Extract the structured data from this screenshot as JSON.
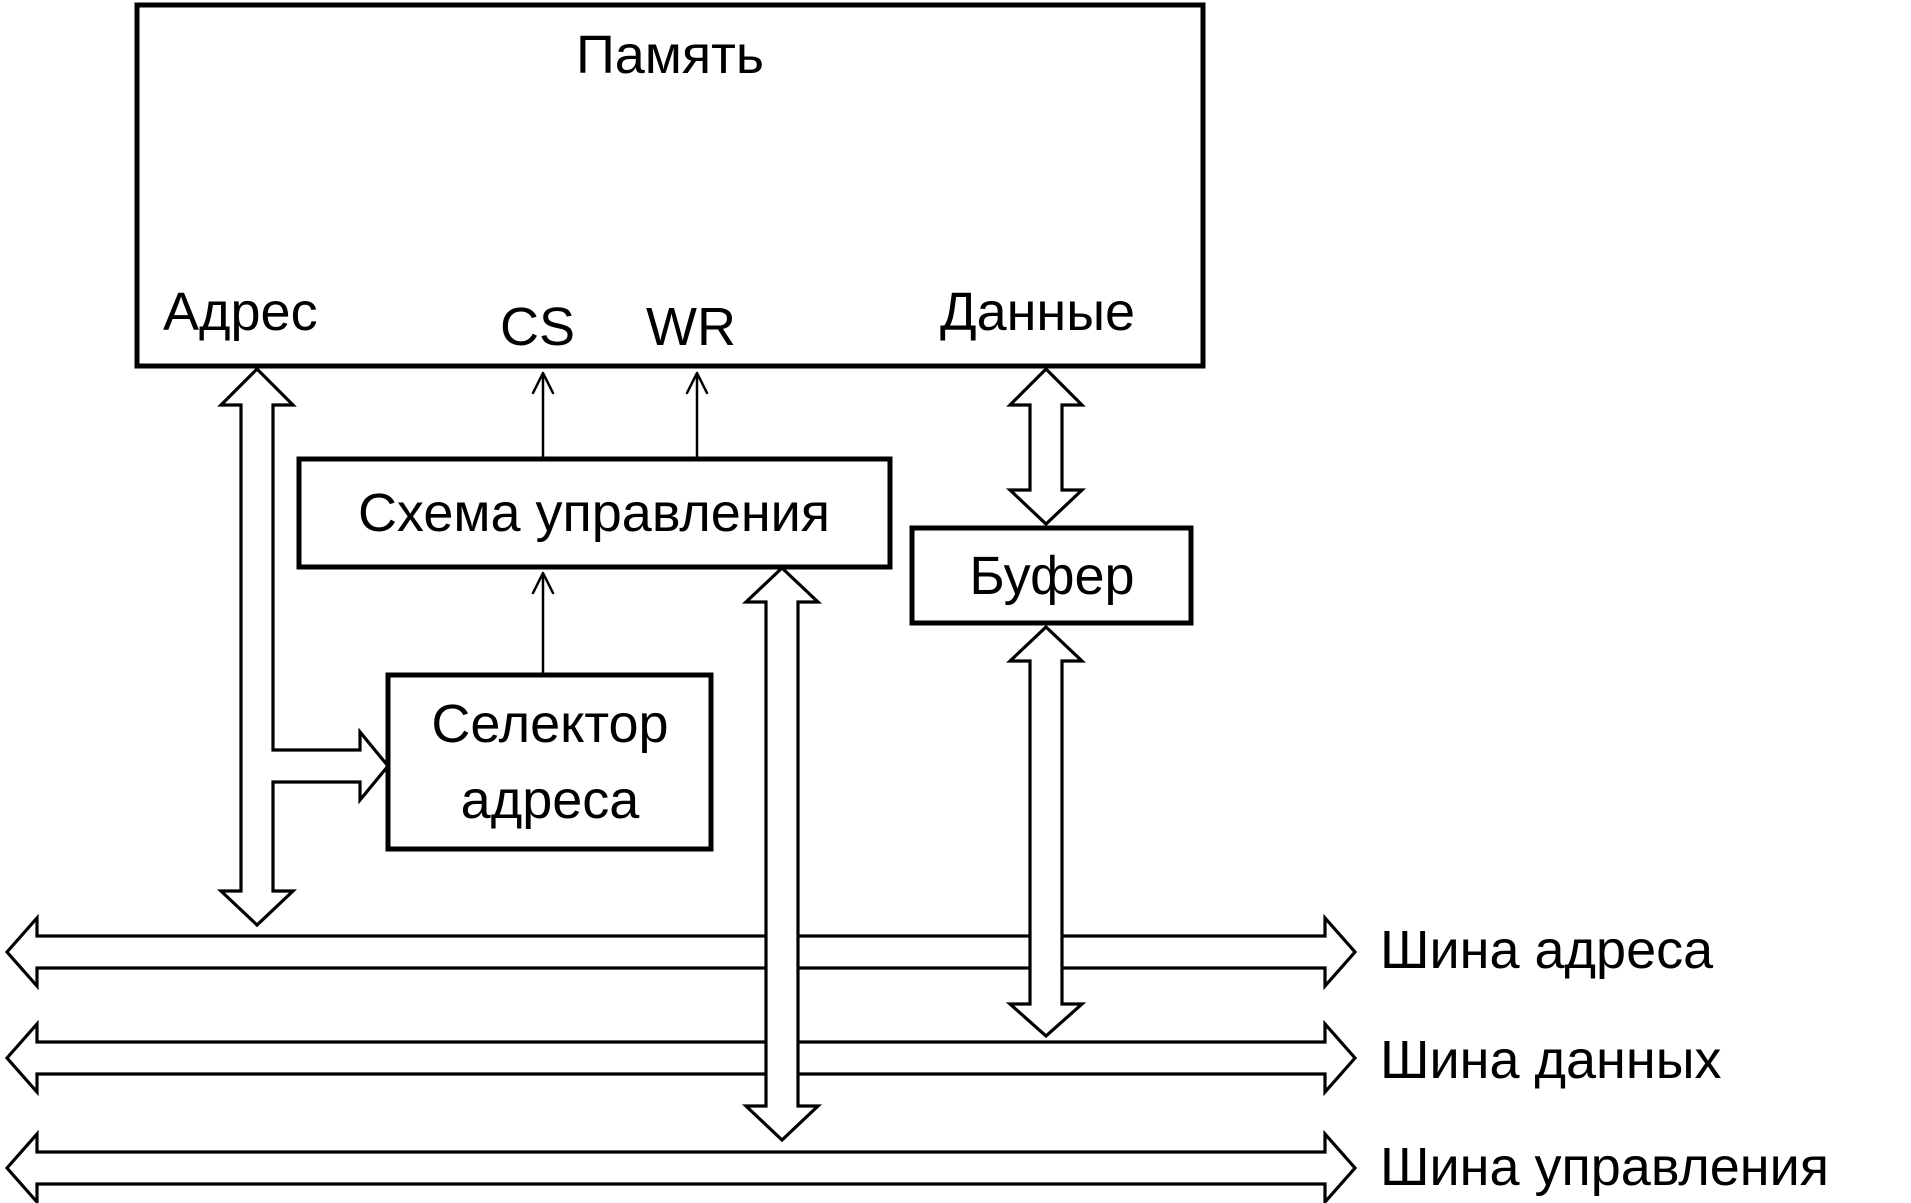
{
  "memory": {
    "title": "Память",
    "pin_address": "Адрес",
    "pin_cs": "CS",
    "pin_wr": "WR",
    "pin_data": "Данные"
  },
  "control_circuit": {
    "label": "Схема управления"
  },
  "address_selector": {
    "line1": "Селектор",
    "line2": "адреса"
  },
  "buffer": {
    "label": "Буфер"
  },
  "buses": {
    "address": "Шина адреса",
    "data": "Шина данных",
    "control": "Шина управления"
  }
}
